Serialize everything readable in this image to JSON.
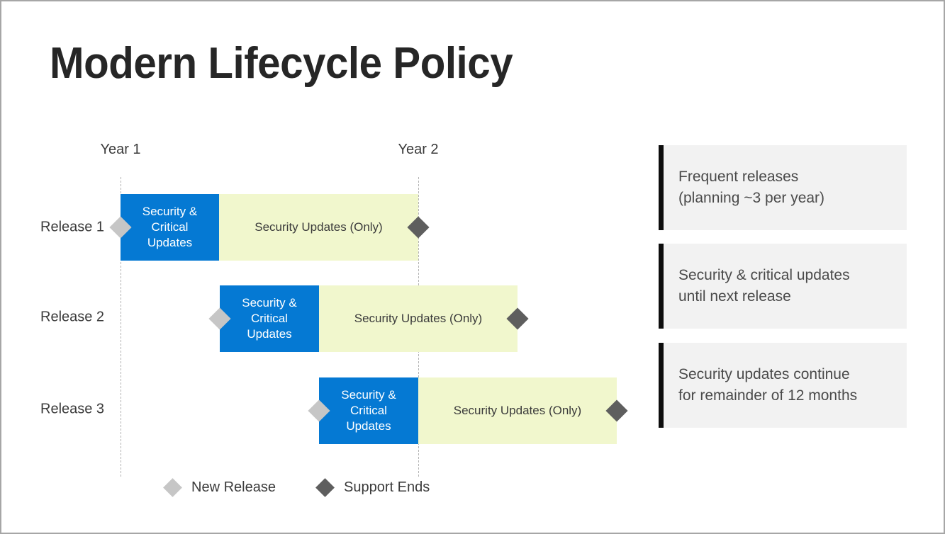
{
  "slide": {
    "title": "Modern Lifecycle Policy",
    "background_color": "#ffffff",
    "border_color": "#a6a6a6"
  },
  "colors": {
    "critical_updates": "#0579d3",
    "security_updates": "#f1f7cd",
    "new_release_marker": "#c6c6c6",
    "support_ends_marker": "#5e5e5e",
    "callout_background": "#f2f2f2",
    "callout_accent": "#0d0d0d",
    "text": "#3b3b3b",
    "title_text": "#262626"
  },
  "chart_data": {
    "type": "bar",
    "title": "Modern Lifecycle Policy",
    "subtitle": "",
    "xlabel": "",
    "ylabel": "",
    "orientation": "horizontal",
    "grid": true,
    "legend_position": "bottom-left",
    "axis_ticks": [
      {
        "label": "Year 1",
        "x": 168
      },
      {
        "label": "Year 2",
        "x": 588
      }
    ],
    "categories": [
      "Release 1",
      "Release 2",
      "Release 3"
    ],
    "series": [
      {
        "name": "Security & Critical Updates",
        "color": "#0579d3"
      },
      {
        "name": "Security Updates (Only)",
        "color": "#f1f7cd"
      }
    ],
    "rows": [
      {
        "label": "Release 1",
        "start_marker": "New Release",
        "end_marker": "Support Ends",
        "segments": [
          {
            "label": "Security &\nCritical\nUpdates",
            "series": "Security & Critical Updates"
          },
          {
            "label": "Security Updates (Only)",
            "series": "Security Updates (Only)"
          }
        ]
      },
      {
        "label": "Release 2",
        "start_marker": "New Release",
        "end_marker": "Support Ends",
        "segments": [
          {
            "label": "Security &\nCritical\nUpdates",
            "series": "Security & Critical Updates"
          },
          {
            "label": "Security Updates (Only)",
            "series": "Security Updates (Only)"
          }
        ]
      },
      {
        "label": "Release 3",
        "start_marker": "New Release",
        "end_marker": "Support Ends",
        "segments": [
          {
            "label": "Security &\nCritical\nUpdates",
            "series": "Security & Critical Updates"
          },
          {
            "label": "Security Updates (Only)",
            "series": "Security Updates (Only)"
          }
        ]
      }
    ],
    "legend": [
      {
        "label": "New Release",
        "marker": "diamond",
        "color": "#c6c6c6"
      },
      {
        "label": "Support Ends",
        "marker": "diamond",
        "color": "#5e5e5e"
      }
    ]
  },
  "callouts": [
    {
      "text": "Frequent releases\n(planning ~3 per year)"
    },
    {
      "text": "Security & critical updates\nuntil next release"
    },
    {
      "text": "Security updates continue\nfor remainder of 12 months"
    }
  ]
}
